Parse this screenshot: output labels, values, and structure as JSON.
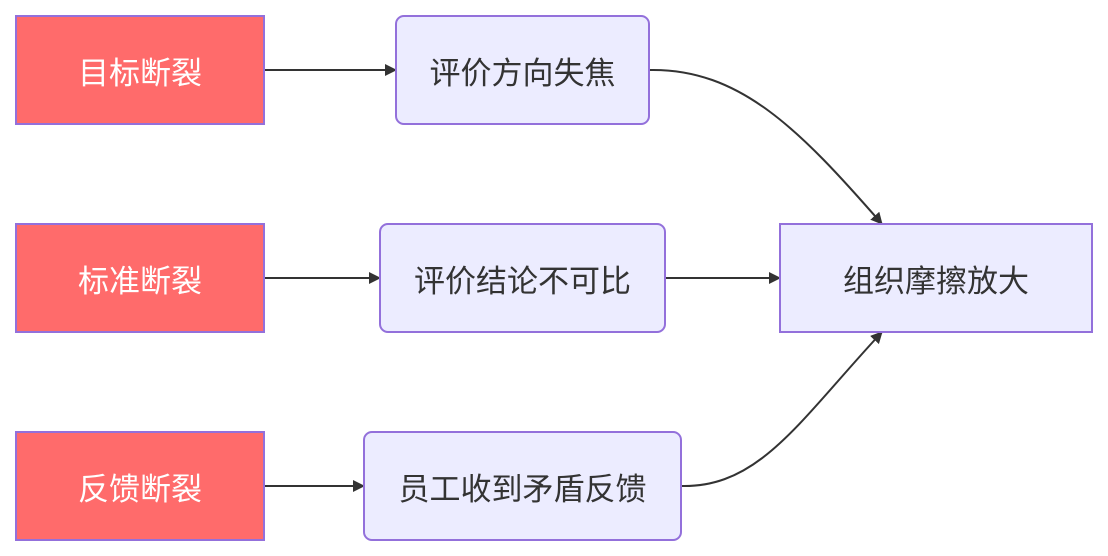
{
  "colors": {
    "cause_fill": "#ff6b6b",
    "node_fill": "#ececff",
    "node_border": "#9370db",
    "edge": "#333333"
  },
  "nodes": {
    "goal_break": "目标断裂",
    "standard_break": "标准断裂",
    "feedback_break": "反馈断裂",
    "eval_unfocused": "评价方向失焦",
    "conclusion_incomparable": "评价结论不可比",
    "contradictory_feedback": "员工收到矛盾反馈",
    "friction_amplified": "组织摩擦放大"
  },
  "edges": [
    {
      "from": "goal_break",
      "to": "eval_unfocused"
    },
    {
      "from": "standard_break",
      "to": "conclusion_incomparable"
    },
    {
      "from": "feedback_break",
      "to": "contradictory_feedback"
    },
    {
      "from": "eval_unfocused",
      "to": "friction_amplified"
    },
    {
      "from": "conclusion_incomparable",
      "to": "friction_amplified"
    },
    {
      "from": "contradictory_feedback",
      "to": "friction_amplified"
    }
  ]
}
